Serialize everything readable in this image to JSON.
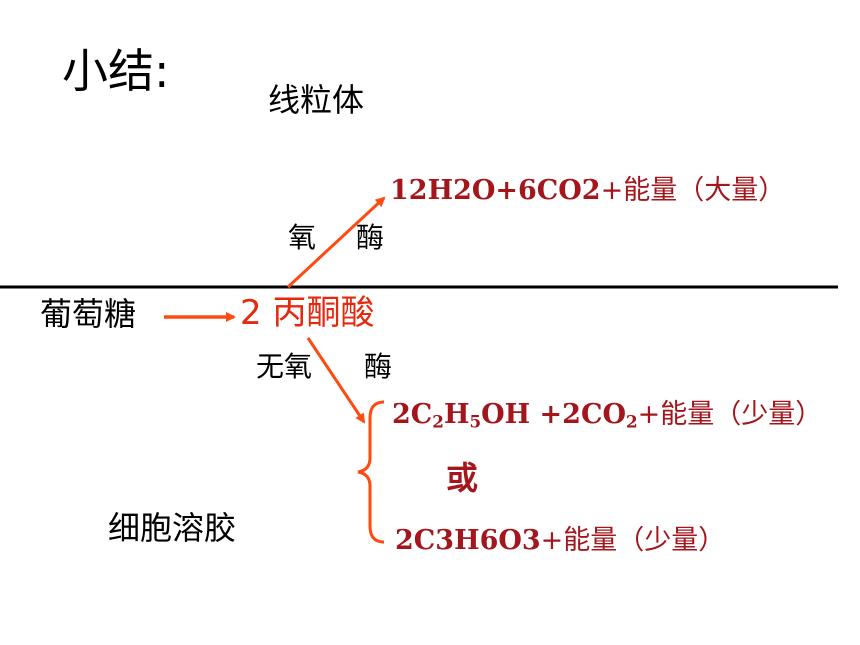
{
  "title": "小结:",
  "mitochondria_label": "线粒体",
  "cytosol_label": "细胞溶胶",
  "glucose": "葡萄糖",
  "pyruvate": "2 丙酮酸",
  "aerobic_condition": {
    "oxygen": "氧",
    "enzyme": "酶"
  },
  "anaerobic_condition": {
    "no_oxygen": "无氧",
    "enzyme": "酶"
  },
  "aerobic_product": {
    "chemical": "12H2O+6CO2",
    "energy": "+能量（大量）"
  },
  "anaerobic_product_1": {
    "c_coef": "2C",
    "c_sub": "2",
    "h": "H",
    "h_sub": "5",
    "oh": "OH +2CO",
    "o_sub": "2",
    "energy": "+能量（少量）"
  },
  "or_label": "或",
  "anaerobic_product_2": {
    "chemical": "2C3H6O3",
    "energy": "+能量（少量）"
  },
  "colors": {
    "arrow": "#ff4a12",
    "pyruvate": "#e8280c",
    "product": "#a3161c",
    "divider": "#000000"
  }
}
